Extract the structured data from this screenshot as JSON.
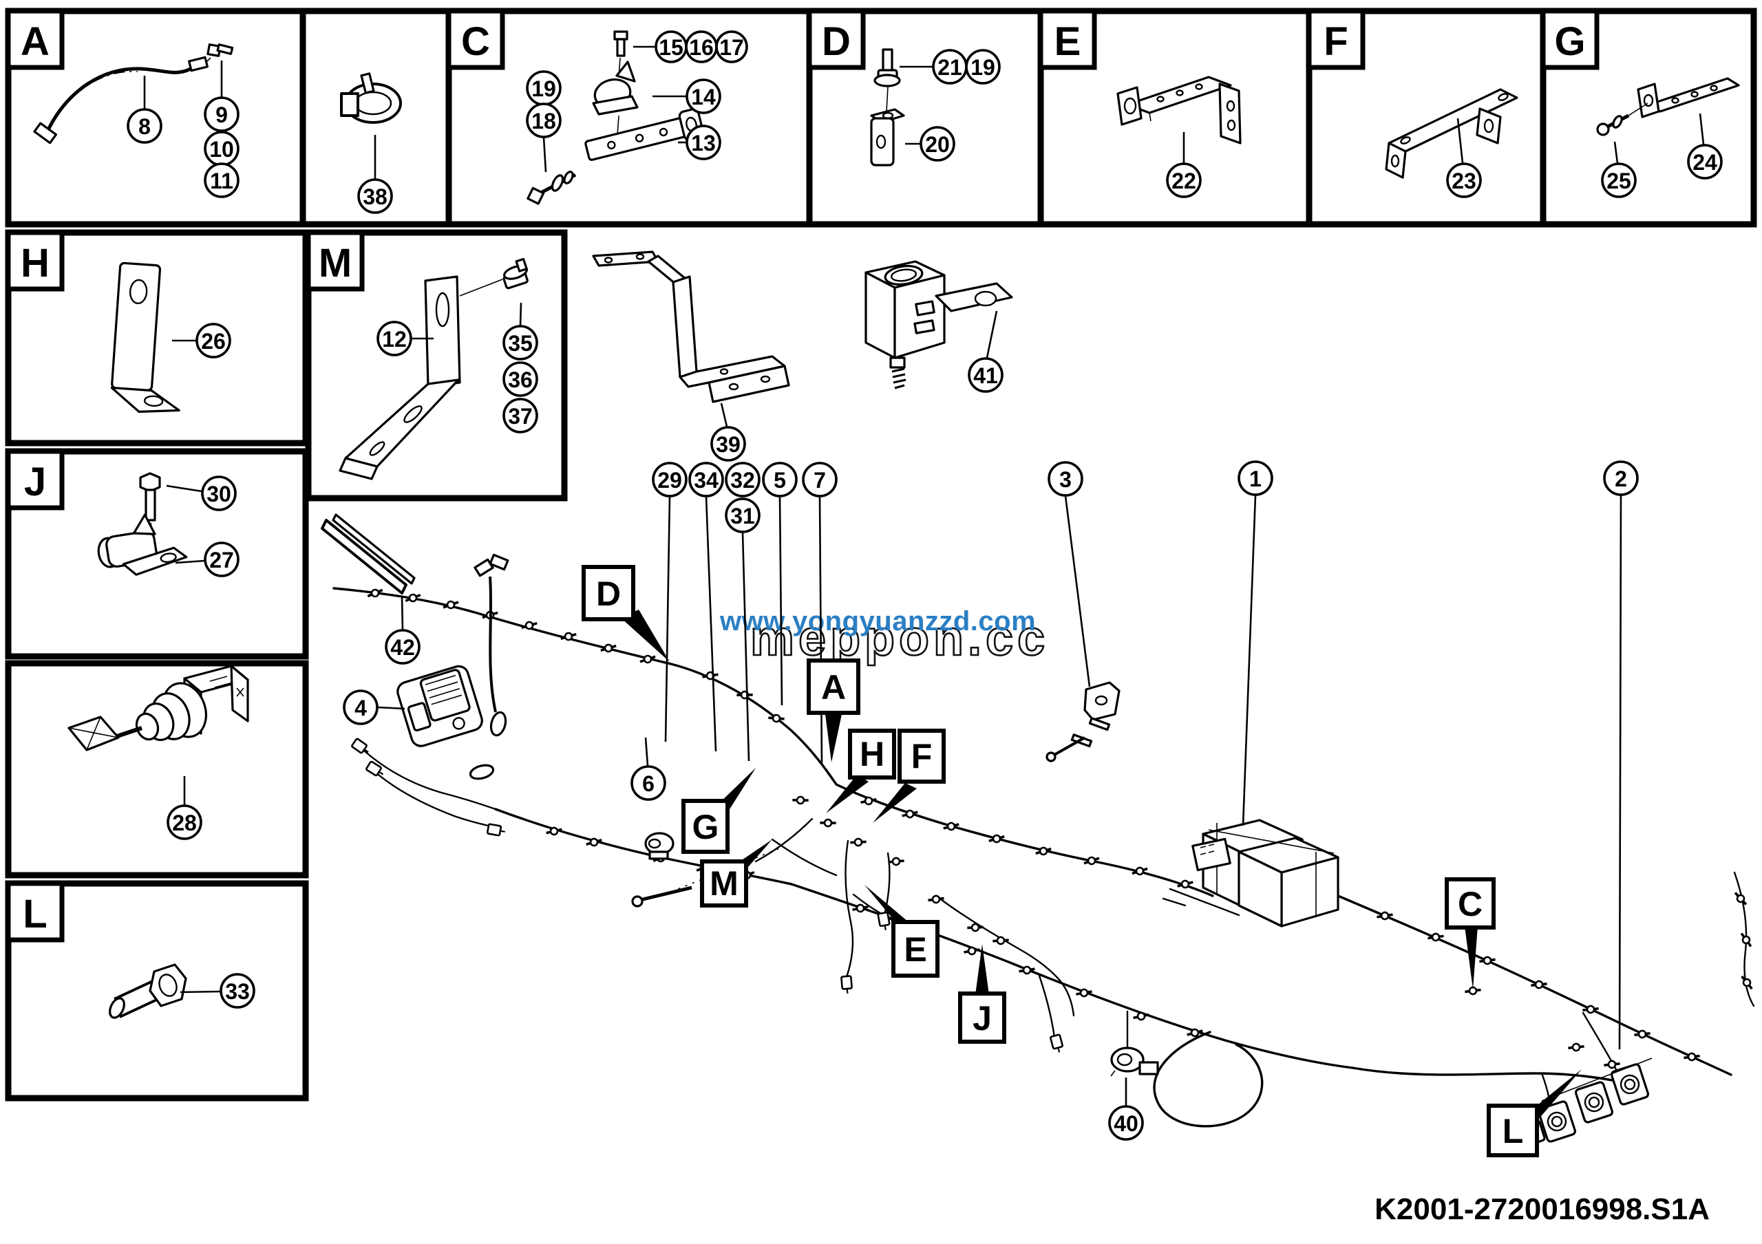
{
  "watermark": {
    "blue_text": "www.yongyuanzzd.com",
    "blue_color": "#2b7fc4",
    "outline_text": "meppon.cc"
  },
  "footer": {
    "drawing_number": "K2001-2720016998.S1A"
  },
  "letters": {
    "A": "A",
    "C": "C",
    "D": "D",
    "E": "E",
    "F": "F",
    "G": "G",
    "H": "H",
    "J": "J",
    "L": "L",
    "M": "M"
  },
  "callouts": {
    "1": "1",
    "2": "2",
    "3": "3",
    "4": "4",
    "5": "5",
    "6": "6",
    "7": "7",
    "8": "8",
    "9": "9",
    "10": "10",
    "11": "11",
    "12": "12",
    "13": "13",
    "14": "14",
    "15": "15",
    "16": "16",
    "17": "17",
    "18": "18",
    "19": "19",
    "20": "20",
    "21": "21",
    "22": "22",
    "23": "23",
    "24": "24",
    "25": "25",
    "26": "26",
    "27": "27",
    "28": "28",
    "29": "29",
    "30": "30",
    "31": "31",
    "32": "32",
    "33": "33",
    "34": "34",
    "35": "35",
    "36": "36",
    "37": "37",
    "38": "38",
    "39": "39",
    "40": "40",
    "41": "41",
    "42": "42"
  },
  "detail_boxes": [
    {
      "letter": "A",
      "callouts": [
        "8",
        "9",
        "10",
        "11"
      ]
    },
    {
      "letter": "",
      "callouts": [
        "38"
      ]
    },
    {
      "letter": "C",
      "callouts": [
        "15",
        "16",
        "17",
        "19",
        "18",
        "14",
        "13"
      ]
    },
    {
      "letter": "D",
      "callouts": [
        "21",
        "19",
        "20"
      ]
    },
    {
      "letter": "E",
      "callouts": [
        "22"
      ]
    },
    {
      "letter": "F",
      "callouts": [
        "23"
      ]
    },
    {
      "letter": "G",
      "callouts": [
        "25",
        "24"
      ]
    },
    {
      "letter": "H",
      "callouts": [
        "26"
      ]
    },
    {
      "letter": "M",
      "callouts": [
        "12",
        "35",
        "36",
        "37"
      ]
    },
    {
      "letter": "J",
      "callouts": [
        "30",
        "27"
      ]
    },
    {
      "letter": "",
      "callouts": [
        "28"
      ]
    },
    {
      "letter": "L",
      "callouts": [
        "33"
      ]
    }
  ],
  "main_diagram": {
    "zone_labels": [
      "D",
      "A",
      "H",
      "F",
      "G",
      "M",
      "E",
      "J",
      "C",
      "L"
    ],
    "free_callouts": [
      "39",
      "41",
      "29",
      "34",
      "32",
      "31",
      "5",
      "7",
      "3",
      "1",
      "2",
      "4",
      "42",
      "6",
      "40"
    ]
  }
}
